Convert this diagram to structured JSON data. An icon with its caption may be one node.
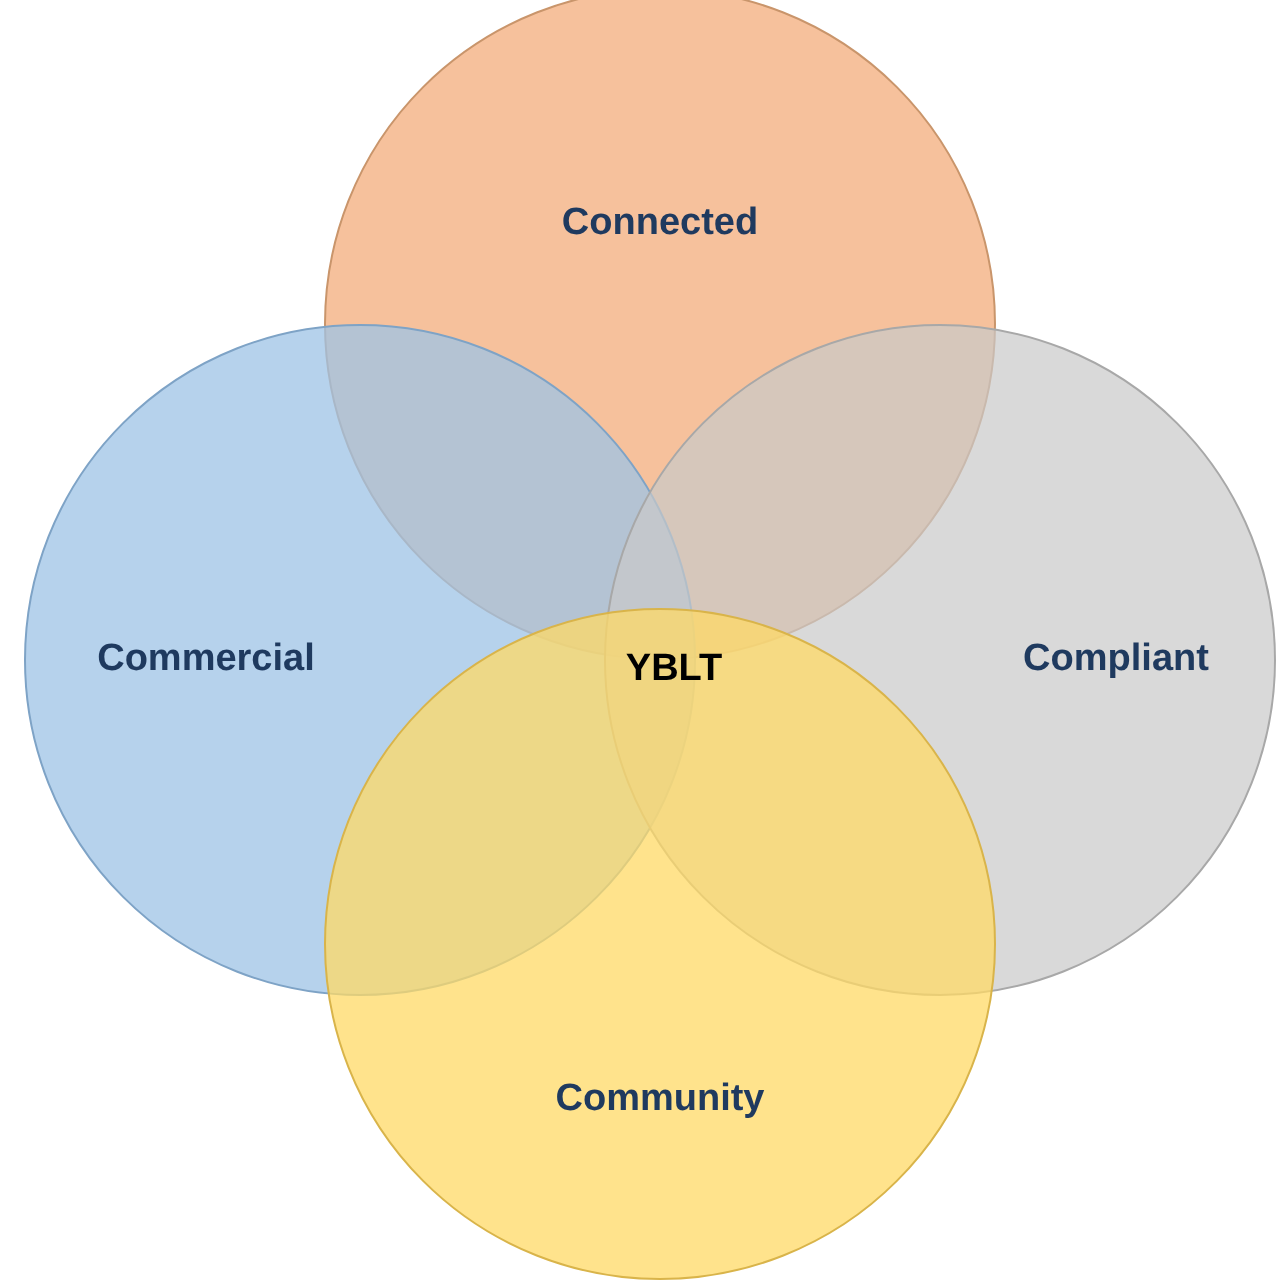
{
  "diagram": {
    "nodes": [
      {
        "text": [
          "Connected"
        ]
      },
      {
        "text": [
          "Commercial"
        ]
      },
      {
        "text": [
          "Compliant"
        ]
      },
      {
        "text": [
          "Community"
        ]
      }
    ],
    "labels": [
      "YBLT"
    ]
  }
}
